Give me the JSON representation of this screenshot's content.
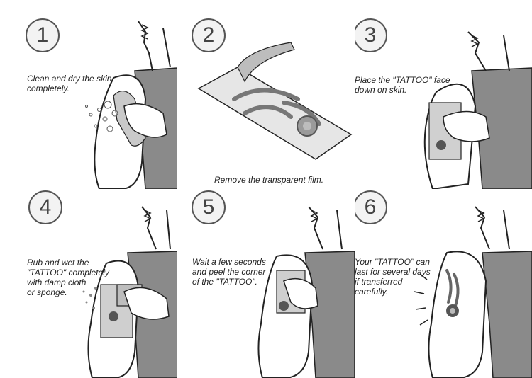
{
  "steps": [
    {
      "number": "1",
      "caption_lines": [
        "Clean and dry the skin",
        "completely."
      ]
    },
    {
      "number": "2",
      "caption_lines": [
        "Remove the transparent film."
      ]
    },
    {
      "number": "3",
      "caption_lines": [
        "Place the \"TATTOO\" face",
        "down on skin."
      ]
    },
    {
      "number": "4",
      "caption_lines": [
        "Rub and wet the",
        "\"TATTOO\" completely",
        "with damp cloth",
        "or sponge."
      ]
    },
    {
      "number": "5",
      "caption_lines": [
        "Wait a few seconds",
        "and peel the corner",
        "of the \"TATTOO\"."
      ]
    },
    {
      "number": "6",
      "caption_lines": [
        "Your \"TATTOO\" can",
        "last for several days",
        "if transferred",
        "carefully."
      ]
    }
  ],
  "colors": {
    "shirt": "#8a8a8a",
    "shirt_dark": "#6e6e6e",
    "outline": "#222222",
    "number_ring": "#555555",
    "number_fill": "#f3f3f3"
  }
}
